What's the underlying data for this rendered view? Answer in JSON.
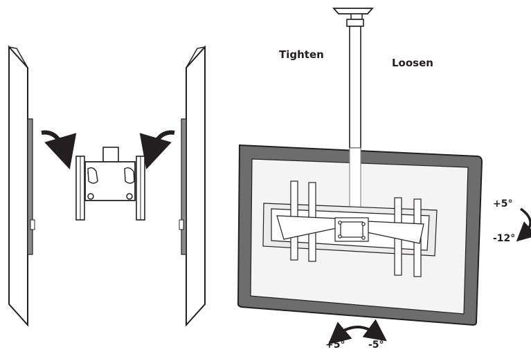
{
  "labels": {
    "tighten": "Tighten",
    "loosen": "Loosen",
    "tilt_up": "+5°",
    "tilt_down": "-12°",
    "swivel_left": "+5°",
    "swivel_right": "-5°"
  },
  "colors": {
    "line": "#231f20",
    "screen_frame": "#6d6d6d",
    "screen_glass": "#f4f4f4",
    "panel_side": "#8a8a8a",
    "white": "#ffffff"
  }
}
